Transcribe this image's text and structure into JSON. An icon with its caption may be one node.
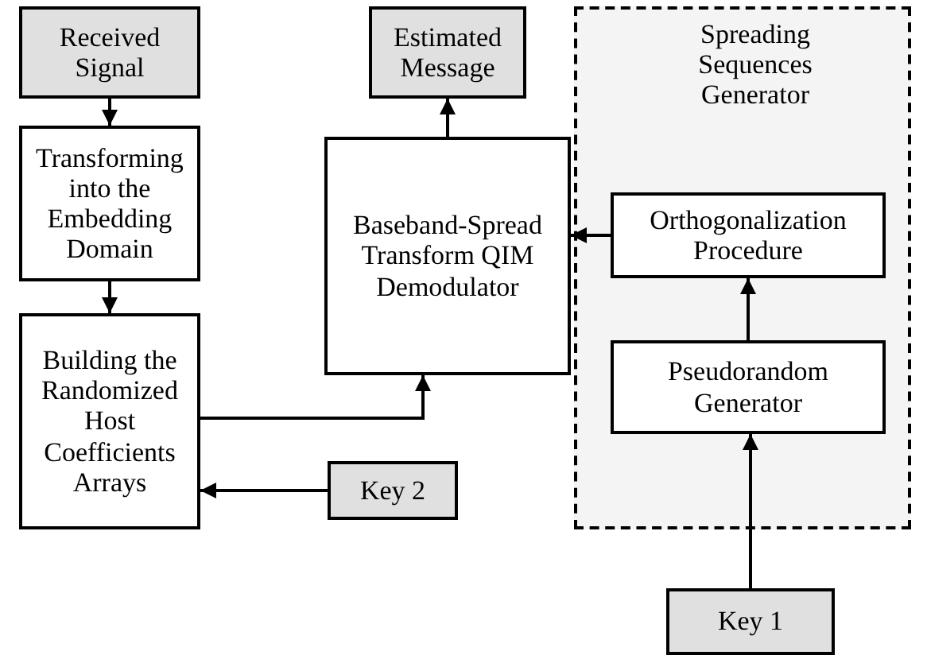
{
  "diagram": {
    "nodes": [
      {
        "text": [
          "Received Signal"
        ]
      },
      {
        "text": [
          "Estimated Message"
        ]
      },
      {
        "text": [
          "Spreading Sequences Generator"
        ]
      },
      {
        "text": [
          "Transforming into the Embedding Domain"
        ]
      },
      {
        "text": [
          "Baseband-Spread Transform QIM Demodulator"
        ]
      },
      {
        "text": [
          "Orthogonalization Procedure"
        ],
        "in": 2
      },
      {
        "text": [
          "Building the Randomized Host Coefficients Arrays"
        ]
      },
      {
        "text": [
          "Pseudorandom Generator"
        ],
        "in": 2
      },
      {
        "text": [
          "Key 2"
        ]
      },
      {
        "text": [
          "Key 1"
        ]
      }
    ],
    "edges": [
      {
        "from": 0,
        "to": 3,
        "arrow": "to"
      },
      {
        "from": 3,
        "to": 6,
        "arrow": "to"
      },
      {
        "from": 6,
        "to": 4,
        "arrow": "to"
      },
      {
        "from": 4,
        "to": 1,
        "arrow": "to"
      },
      {
        "from": 5,
        "to": 4,
        "arrow": "to"
      },
      {
        "from": 7,
        "to": 5,
        "arrow": "to"
      },
      {
        "from": 9,
        "to": 7,
        "arrow": "to"
      },
      {
        "from": 8,
        "to": 6,
        "arrow": "to"
      }
    ]
  }
}
